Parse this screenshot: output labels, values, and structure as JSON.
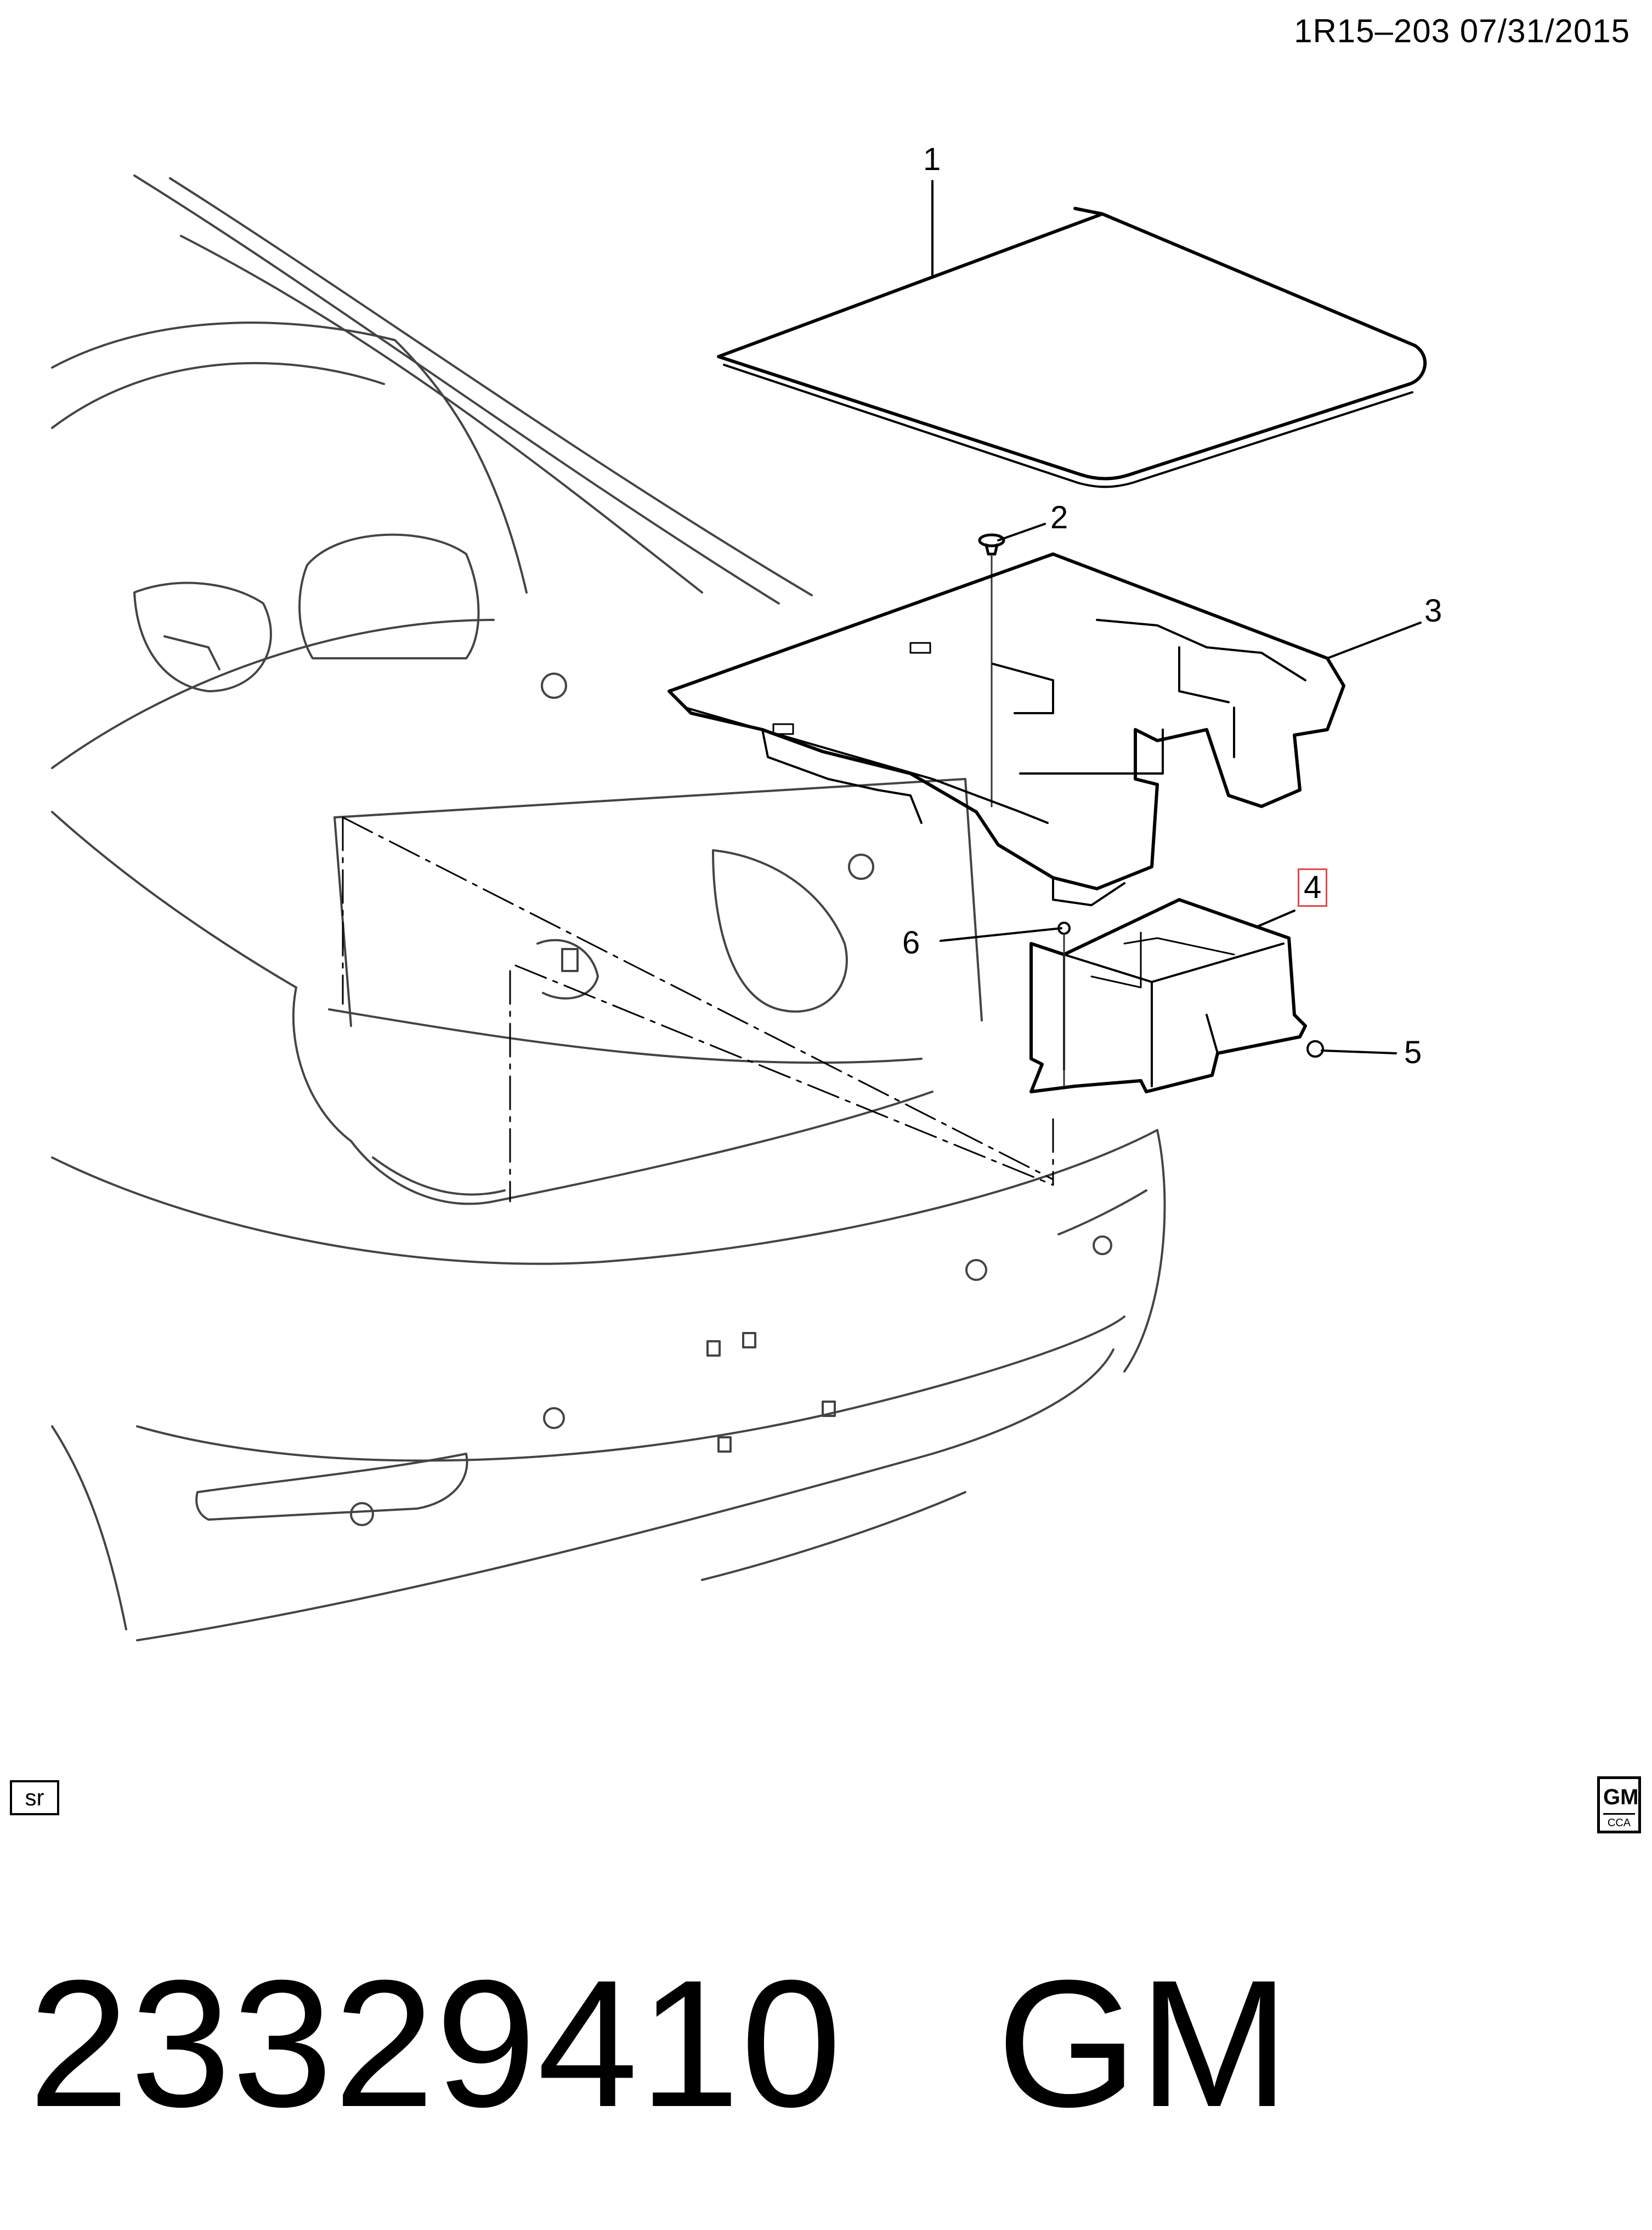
{
  "header": {
    "code": "1R15–203  07/31/2015"
  },
  "callouts": [
    {
      "id": "1",
      "label": "1"
    },
    {
      "id": "2",
      "label": "2"
    },
    {
      "id": "3",
      "label": "3"
    },
    {
      "id": "4",
      "label": "4"
    },
    {
      "id": "5",
      "label": "5"
    },
    {
      "id": "6",
      "label": "6"
    }
  ],
  "footer": {
    "sr_tag": "sr",
    "logo_text": "GM",
    "logo_subtext": "CCA",
    "part_number": "23329410   GM"
  },
  "colors": {
    "line": "#000000",
    "light_line": "#555555",
    "highlight_box": "#e04a4a"
  }
}
